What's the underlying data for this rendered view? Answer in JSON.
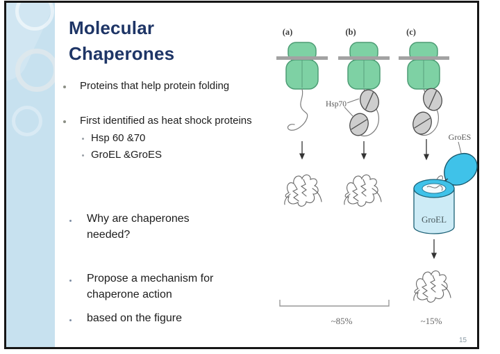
{
  "slide": {
    "title": "Molecular\nChaperones",
    "page_number": "15",
    "bullets": [
      {
        "level": 1,
        "text": "Proteins that help protein folding"
      },
      {
        "level": 1,
        "text": "First identified as heat shock proteins"
      },
      {
        "level": 2,
        "text": "Hsp 60 &70"
      },
      {
        "level": 2,
        "text": "GroEL &GroES"
      },
      {
        "level": 1,
        "text": "Why are chaperones\nneeded?"
      },
      {
        "level": 1,
        "text": "Propose a mechanism for\nchaperone action"
      },
      {
        "level": 1,
        "text": "based on the figure"
      }
    ]
  },
  "diagram": {
    "panel_labels": [
      "(a)",
      "(b)",
      "(c)"
    ],
    "labels": {
      "hsp70": "Hsp70",
      "groes": "GroES",
      "groel": "GroEL",
      "pct_ab": "~85%",
      "pct_c": "~15%"
    },
    "colors": {
      "ribosome_fill": "#7ed1a4",
      "ribosome_stroke": "#4d9c74",
      "mrna_bar": "#a2a2a2",
      "hsp70_fill": "#cecece",
      "hsp70_stroke": "#4a4a4a",
      "groes_fill": "#3fc2e9",
      "groel_body": "#cdebf6",
      "arrow_color": "#333333"
    }
  },
  "theme": {
    "sidebar_blue": "#c7e1ef",
    "title_navy": "#1e3566",
    "frame_black": "#161616"
  }
}
